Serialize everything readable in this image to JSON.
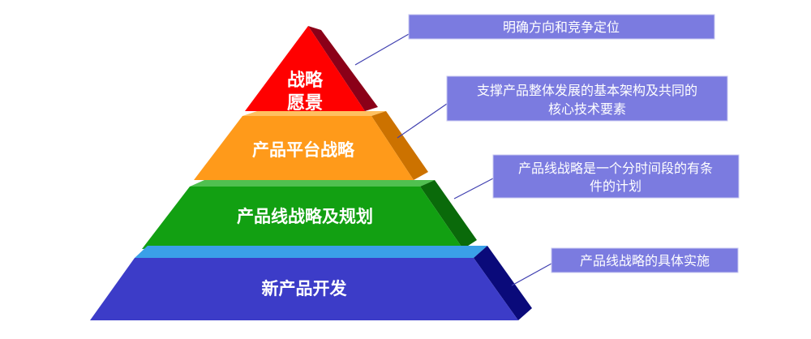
{
  "tiers": [
    {
      "lines": [
        "战略",
        "愿景"
      ],
      "front_color": "#ff0000",
      "side_color": "#8b0018"
    },
    {
      "lines": [
        "产品平台战略"
      ],
      "front_color": "#ff9a1a",
      "side_color": "#cc7200"
    },
    {
      "lines": [
        "产品线战略及规划"
      ],
      "front_color": "#12a012",
      "side_color": "#0a6a0a"
    },
    {
      "lines": [
        "新产品开发"
      ],
      "front_color": "#3c3cc8",
      "side_color": "#0a0a7a",
      "top_color": "#3aa0e8"
    }
  ],
  "callouts": [
    {
      "lines": [
        "明确方向和竞争定位"
      ]
    },
    {
      "lines": [
        "支撑产品整体发展的基本架构及共同的",
        "核心技术要素"
      ]
    },
    {
      "lines": [
        "产品线战略是一个分时间段的有条",
        "件的计划"
      ]
    },
    {
      "lines": [
        "产品线战略的具体实施"
      ]
    }
  ],
  "colors": {
    "callout_fill": "#7b7be0",
    "callout_border": "#c8c8f0",
    "connector": "#4040b0"
  }
}
